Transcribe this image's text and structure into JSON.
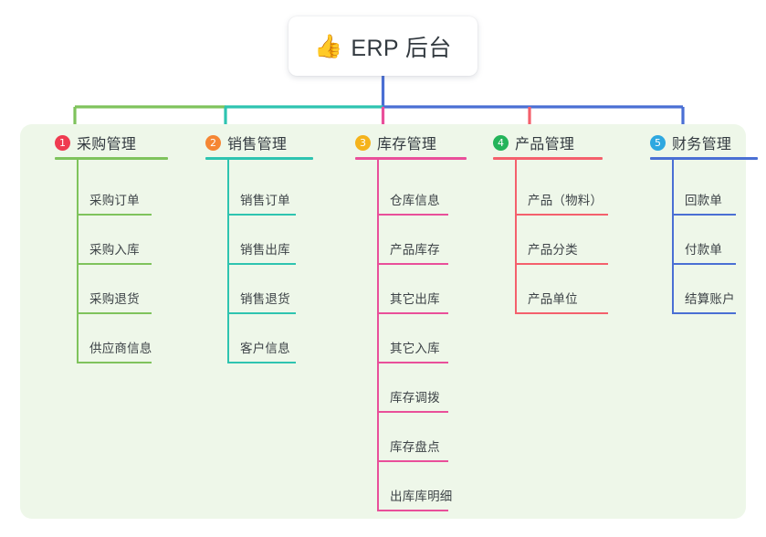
{
  "diagram": {
    "root": {
      "icon": "thumbs-up-emoji",
      "icon_glyph": "👍",
      "title": "ERP 后台"
    },
    "panel_color": "#eef7e9",
    "columns": [
      {
        "index": "1",
        "badge_label": "1",
        "badge_color": "#ef3b50",
        "accent_color": "#7fc35c",
        "title": "采购管理",
        "items": [
          {
            "label": "采购订单"
          },
          {
            "label": "采购入库"
          },
          {
            "label": "采购退货"
          },
          {
            "label": "供应商信息"
          }
        ]
      },
      {
        "index": "2",
        "badge_label": "2",
        "badge_color": "#f58634",
        "accent_color": "#2ec4b0",
        "title": "销售管理",
        "items": [
          {
            "label": "销售订单"
          },
          {
            "label": "销售出库"
          },
          {
            "label": "销售退货"
          },
          {
            "label": "客户信息"
          }
        ]
      },
      {
        "index": "3",
        "badge_label": "3",
        "badge_color": "#f5b31b",
        "accent_color": "#e94f9a",
        "title": "库存管理",
        "items": [
          {
            "label": "仓库信息"
          },
          {
            "label": "产品库存"
          },
          {
            "label": "其它出库"
          },
          {
            "label": "其它入库"
          },
          {
            "label": "库存调拨"
          },
          {
            "label": "库存盘点"
          },
          {
            "label": "出库库明细"
          }
        ]
      },
      {
        "index": "4",
        "badge_label": "4",
        "badge_color": "#24b45a",
        "accent_color": "#f4606c",
        "title": "产品管理",
        "items": [
          {
            "label": "产品（物料）"
          },
          {
            "label": "产品分类"
          },
          {
            "label": "产品单位"
          }
        ]
      },
      {
        "index": "5",
        "badge_label": "5",
        "badge_color": "#2ea8e0",
        "accent_color": "#4a6fd4",
        "title": "财务管理",
        "items": [
          {
            "label": "回款单"
          },
          {
            "label": "付款单"
          },
          {
            "label": "结算账户"
          }
        ]
      }
    ]
  }
}
